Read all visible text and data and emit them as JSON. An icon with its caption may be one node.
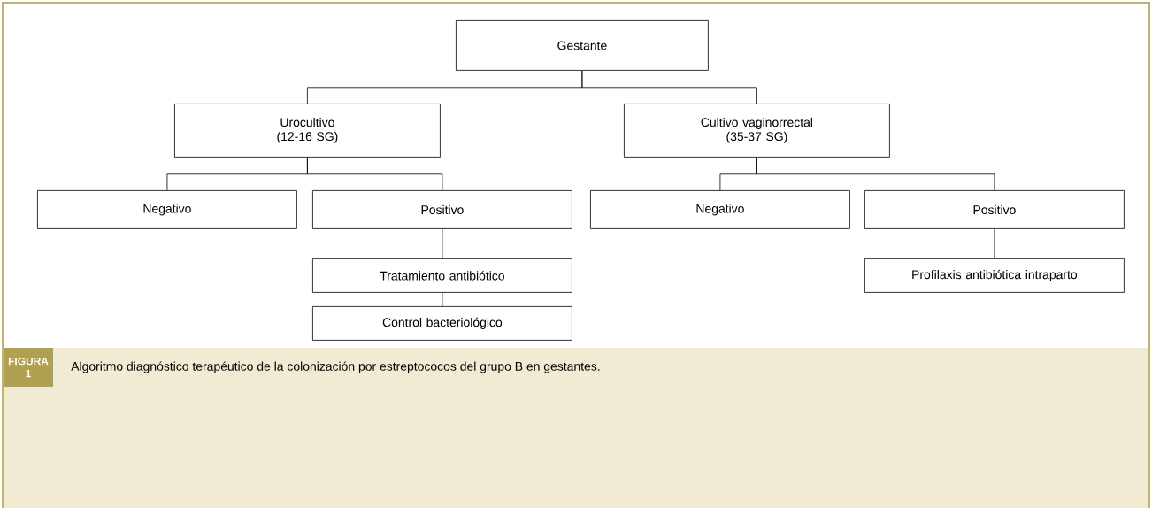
{
  "diagram": {
    "caption": "Algoritmo diagnóstico terapéutico de la colonización por estreptococos del grupo B en gestantes.",
    "nodes": [
      {
        "text": [
          "Gestante"
        ]
      },
      {
        "text": [
          "Urocultivo (12-16 SG)"
        ]
      },
      {
        "text": [
          "Cultivo vaginorrectal (35-37 SG)"
        ]
      },
      {
        "text": [
          "Negativo"
        ]
      },
      {
        "text": [
          "Positivo"
        ]
      },
      {
        "text": [
          "Negativo"
        ]
      },
      {
        "text": [
          "Positivo"
        ]
      },
      {
        "text": [
          "Tratamiento antibiótico"
        ]
      },
      {
        "text": [
          "Profilaxis antibiótica intraparto"
        ]
      },
      {
        "text": [
          "Control bacteriológico"
        ]
      }
    ],
    "edges": [
      {
        "from": 0,
        "to": 1,
        "arrow": "none"
      },
      {
        "from": 0,
        "to": 2,
        "arrow": "none"
      },
      {
        "from": 1,
        "to": 3,
        "arrow": "none"
      },
      {
        "from": 1,
        "to": 4,
        "arrow": "none"
      },
      {
        "from": 2,
        "to": 5,
        "arrow": "none"
      },
      {
        "from": 2,
        "to": 6,
        "arrow": "none"
      },
      {
        "from": 4,
        "to": 7,
        "arrow": "none"
      },
      {
        "from": 6,
        "to": 8,
        "arrow": "none"
      },
      {
        "from": 7,
        "to": 9,
        "arrow": "none"
      }
    ],
    "labels": [
      "FIGURA 1"
    ]
  }
}
